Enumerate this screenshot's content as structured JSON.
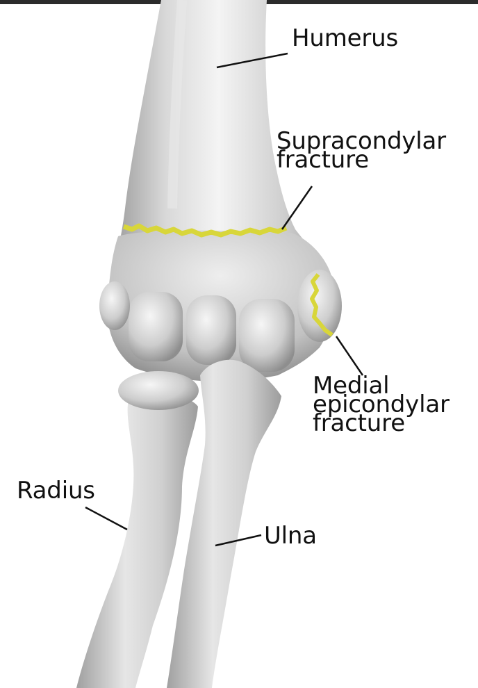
{
  "labels": {
    "humerus": "Humerus",
    "supracondylar": [
      "Supracondylar",
      "fracture"
    ],
    "medial": [
      "Medial",
      "epicondylar",
      "fracture"
    ],
    "radius": "Radius",
    "ulna": "Ulna"
  },
  "colors": {
    "background": "#ffffff",
    "top_bar": "#2b2b2b",
    "bone_light": "#f2f2f2",
    "bone_mid": "#c9c9c9",
    "bone_dark": "#8f8f8f",
    "fracture_line": "#d8d63a",
    "text": "#111111",
    "leader_line": "#111111"
  }
}
